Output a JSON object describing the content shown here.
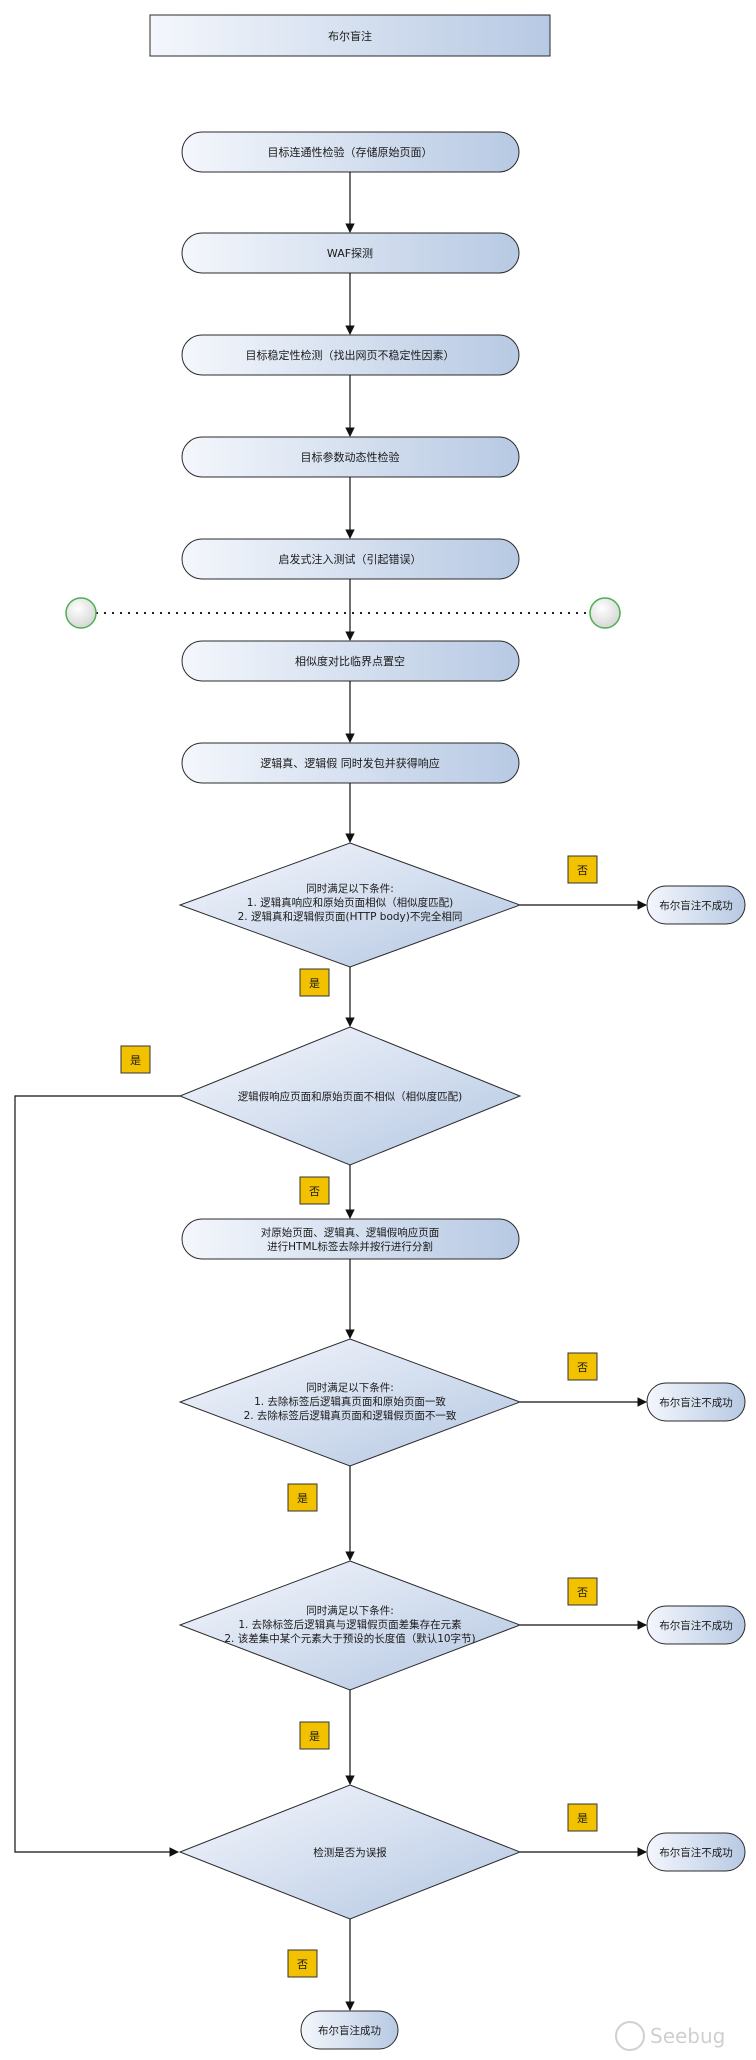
{
  "title": "布尔盲注",
  "steps": [
    "目标连通性检验（存储原始页面）",
    "WAF探测",
    "目标稳定性检测（找出网页不稳定性因素）",
    "目标参数动态性检验",
    "启发式注入测试（引起错误）",
    "相似度对比临界点置空",
    "逻辑真、逻辑假 同时发包并获得响应"
  ],
  "decision1": {
    "line1": "同时满足以下条件:",
    "line2": "1. 逻辑真响应和原始页面相似（相似度匹配)",
    "line3": "2. 逻辑真和逻辑假页面(HTTP body)不完全相同"
  },
  "decision2": {
    "text": "逻辑假响应页面和原始页面不相似（相似度匹配)"
  },
  "split_step": {
    "line1": "对原始页面、逻辑真、逻辑假响应页面",
    "line2": "进行HTML标签去除并按行进行分割"
  },
  "decision3": {
    "line1": "同时满足以下条件:",
    "line2": "1. 去除标签后逻辑真页面和原始页面一致",
    "line3": "2. 去除标签后逻辑真页面和逻辑假页面不一致"
  },
  "decision4": {
    "line1": "同时满足以下条件:",
    "line2": "1. 去除标签后逻辑真与逻辑假页面差集存在元素",
    "line3": "2. 该差集中某个元素大于预设的长度值（默认10字节)"
  },
  "decision5": {
    "text": "检测是否为误报"
  },
  "fail_label": "布尔盲注不成功",
  "success_label": "布尔盲注成功",
  "yes": "是",
  "no": "否",
  "watermark": "Seebug",
  "colors": {
    "node_fill_start": "#f4f7fc",
    "node_fill_end": "#b7c9e3",
    "stroke": "#2b2b2b",
    "tag_fill": "#f2c200",
    "circle_fill": "#e6e6e6",
    "circle_stroke": "#4caf50"
  }
}
